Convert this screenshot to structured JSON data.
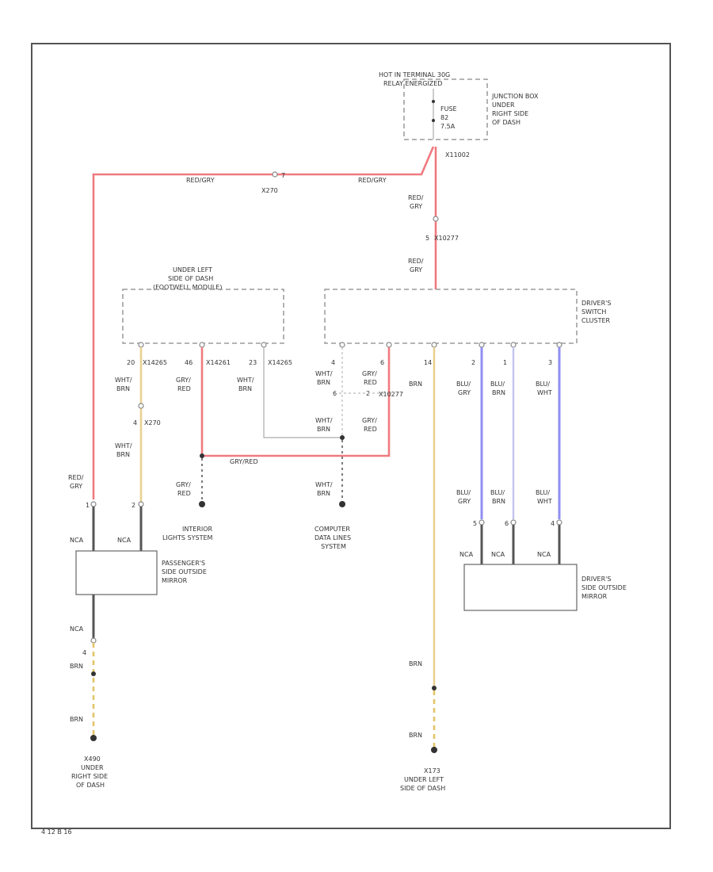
{
  "fuse": {
    "power_line1": "HOT IN TERMINAL 30G",
    "power_line2": "RELAY ENERGIZED",
    "fuse_line1": "FUSE",
    "fuse_line2": "82",
    "fuse_line3": "7.5A",
    "jb_line1": "JUNCTION BOX",
    "jb_line2": "UNDER",
    "jb_line3": "RIGHT SIDE",
    "jb_line4": "OF DASH",
    "conn_id": "X11002"
  },
  "top_wire": {
    "left_color": "RED/GRY",
    "right_color": "RED/GRY",
    "splice": "X270",
    "splice_pin": "7"
  },
  "vertical_feed": {
    "upper_color_1": "RED/",
    "upper_color_2": "GRY",
    "connector": "X10277",
    "connector_pin": "5",
    "lower_color_1": "RED/",
    "lower_color_2": "GRY"
  },
  "footwell": {
    "line1": "UNDER LEFT",
    "line2": "SIDE OF DASH",
    "line3": "(FOOTWELL MODULE)"
  },
  "switch_cluster": {
    "line1": "DRIVER'S",
    "line2": "SWITCH",
    "line3": "CLUSTER"
  },
  "pins": {
    "p1_num": "20",
    "p1_conn": "X14265",
    "p2_num": "46",
    "p2_conn": "X14261",
    "p3_num": "23",
    "p3_conn": "X14265",
    "p4_num": "4",
    "p5_num": "6",
    "p6_num": "14",
    "p7_num": "2",
    "p8_num": "1",
    "p9_num": "3"
  },
  "wires": {
    "w1a": "WHT/",
    "w1b": "BRN",
    "w1_conn_pin": "4",
    "w1_conn": "X270",
    "w1c": "WHT/",
    "w1d": "BRN",
    "w2a": "GRY/",
    "w2b": "RED",
    "w3a": "WHT/",
    "w3b": "BRN",
    "w4a": "WHT/",
    "w4b": "BRN",
    "w5a": "GRY/",
    "w5b": "RED",
    "mid_conn_pin1": "6",
    "mid_conn_pin2": "2",
    "mid_conn": "X10277",
    "w6": "BRN",
    "w7a": "BLU/",
    "w7b": "GRY",
    "w8a": "BLU/",
    "w8b": "BRN",
    "w9a": "BLU/",
    "w9b": "WHT",
    "w10a": "WHT/",
    "w10b": "BRN",
    "w11a": "GRY/",
    "w11b": "RED",
    "splice_color": "GRY/RED",
    "w12a": "GRY/",
    "w12b": "RED",
    "w13a": "WHT/",
    "w13b": "BRN",
    "left_feed_a": "RED/",
    "left_feed_b": "GRY",
    "bl1a": "BLU/",
    "bl1b": "GRY",
    "bl2a": "BLU/",
    "bl2b": "BRN",
    "bl3a": "BLU/",
    "bl3b": "WHT",
    "pass_pin1": "1",
    "pass_pin2": "2"
  },
  "destinations": {
    "interior_1": "INTERIOR",
    "interior_2": "LIGHTS SYSTEM",
    "computer_1": "COMPUTER",
    "computer_2": "DATA LINES",
    "computer_3": "SYSTEM"
  },
  "passenger_mirror": {
    "nca1": "NCA",
    "nca2": "NCA",
    "line1": "PASSENGER'S",
    "line2": "SIDE OUTSIDE",
    "line3": "MIRROR",
    "nca3": "NCA",
    "pin": "4",
    "brn1": "BRN",
    "brn2": "BRN"
  },
  "driver_mirror": {
    "nca1": "NCA",
    "nca2": "NCA",
    "nca3": "NCA",
    "line1": "DRIVER'S",
    "line2": "SIDE OUTSIDE",
    "line3": "MIRROR",
    "pin1": "5",
    "pin2": "6",
    "pin3": "4"
  },
  "grounds": {
    "left_id": "X490",
    "left_line1": "UNDER",
    "left_line2": "RIGHT SIDE",
    "left_line3": "OF DASH",
    "center_brn1": "BRN",
    "center_brn2": "BRN",
    "center_id": "X173",
    "center_line1": "UNDER LEFT",
    "center_line2": "SIDE OF DASH"
  },
  "footer_code": "4 12 B 16"
}
